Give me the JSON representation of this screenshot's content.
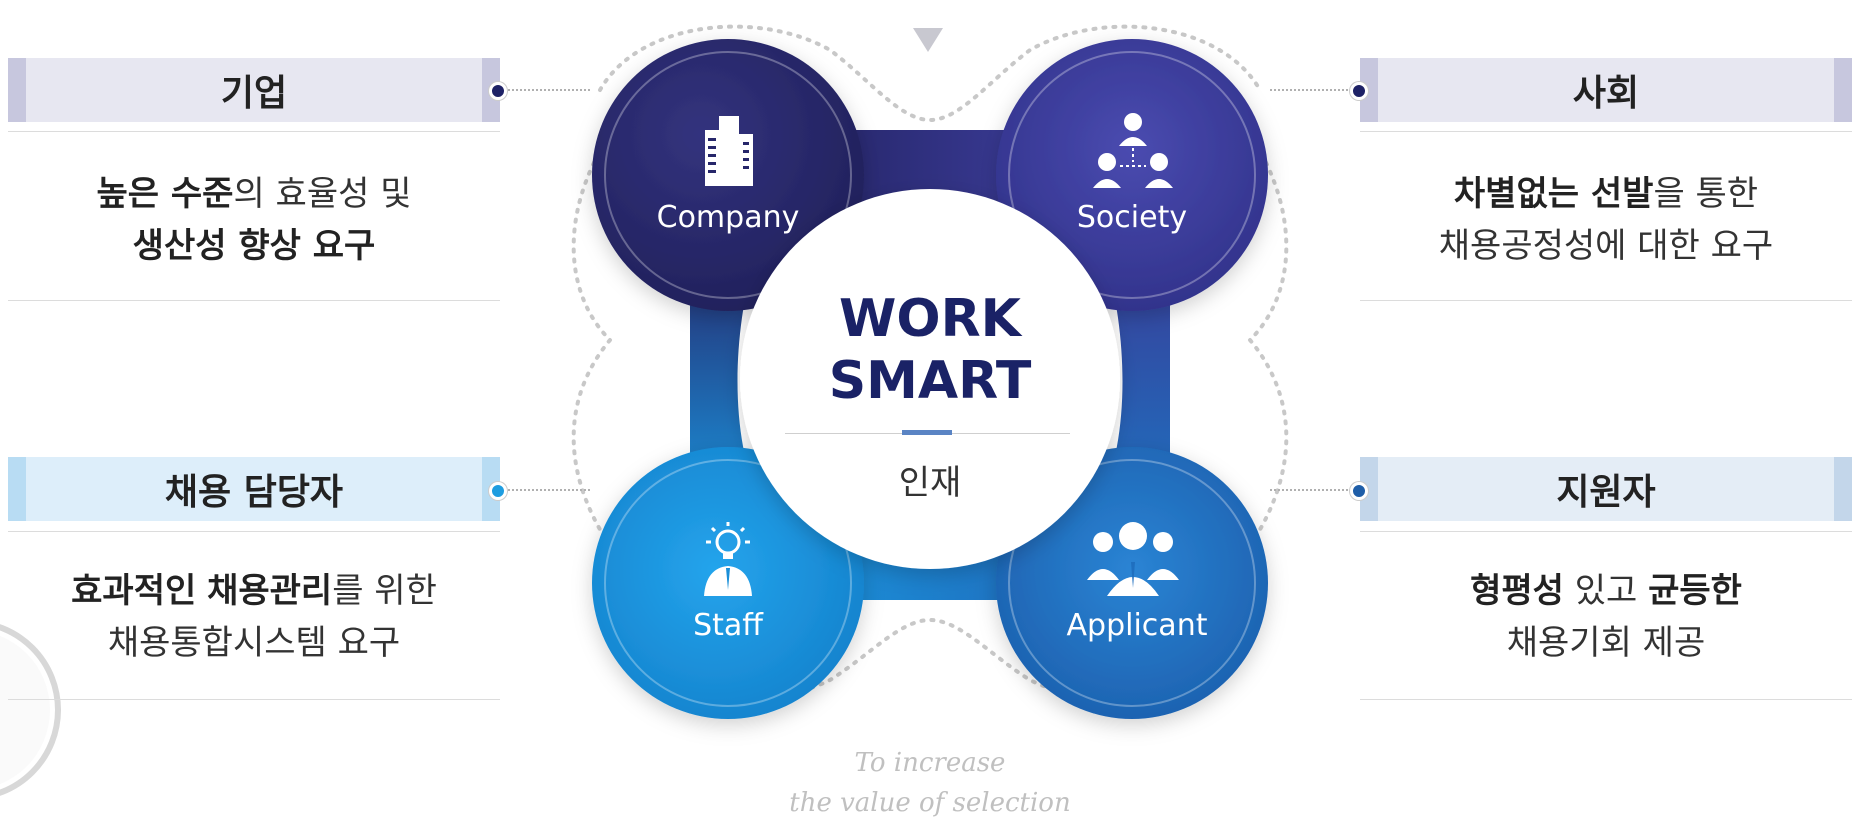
{
  "center": {
    "title_line1": "WORK",
    "title_line2": "SMART",
    "subtitle": "인재",
    "tagline_line1": "To increase",
    "tagline_line2": "the value of selection"
  },
  "circles": {
    "company": {
      "label": "Company",
      "icon": "building-icon"
    },
    "society": {
      "label": "Society",
      "icon": "network-people-icon"
    },
    "staff": {
      "label": "Staff",
      "icon": "idea-person-icon"
    },
    "applicant": {
      "label": "Applicant",
      "icon": "group-people-icon"
    }
  },
  "panels": {
    "company": {
      "header": "기업",
      "line1_bold": "높은 수준",
      "line1_rest": "의 효율성 및",
      "line2_bold": "생산성 향상 요구"
    },
    "society": {
      "header": "사회",
      "line1_bold": "차별없는 선발",
      "line1_rest": "을 통한",
      "line2": "채용공정성에 대한 요구"
    },
    "staff": {
      "header": "채용 담당자",
      "line1_bold_a": "효과적인",
      "line1_bold_b": "채용관리",
      "line1_rest": "를 위한",
      "line2": "채용통합시스템 요구"
    },
    "applicant": {
      "header": "지원자",
      "line1_bold_a": "형평성",
      "line1_mid": " 있고 ",
      "line1_bold_b": "균등한",
      "line2": "채용기회 제공"
    }
  },
  "colors": {
    "navy": "#2a2a6e",
    "indigo": "#3b3c98",
    "sky": "#1a8fd8",
    "blue": "#1f6fbf",
    "title": "#1a2266"
  }
}
